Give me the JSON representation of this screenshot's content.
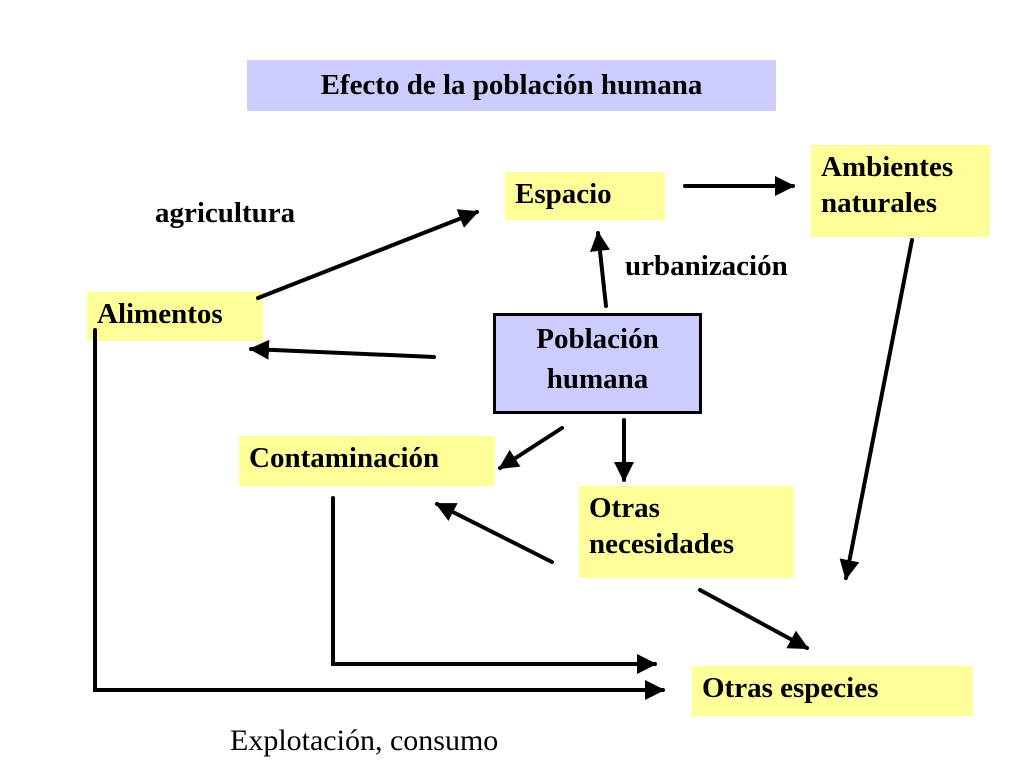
{
  "title": "Efecto de la población humana",
  "nodes": {
    "poblacion": [
      "Población",
      "humana"
    ],
    "espacio": "Espacio",
    "ambientes": [
      "Ambientes",
      "naturales"
    ],
    "alimentos": "Alimentos",
    "contaminacion": "Contaminación",
    "otras_necesidades": [
      "Otras",
      "necesidades"
    ],
    "otras_especies": "Otras especies"
  },
  "labels": {
    "agricultura": "agricultura",
    "urbanizacion": "urbanización"
  },
  "footer": "Explotación,  consumo",
  "colors": {
    "title_bg": "#ccccff",
    "node_bg": "#ffff99",
    "center_bg": "#ccccff"
  }
}
